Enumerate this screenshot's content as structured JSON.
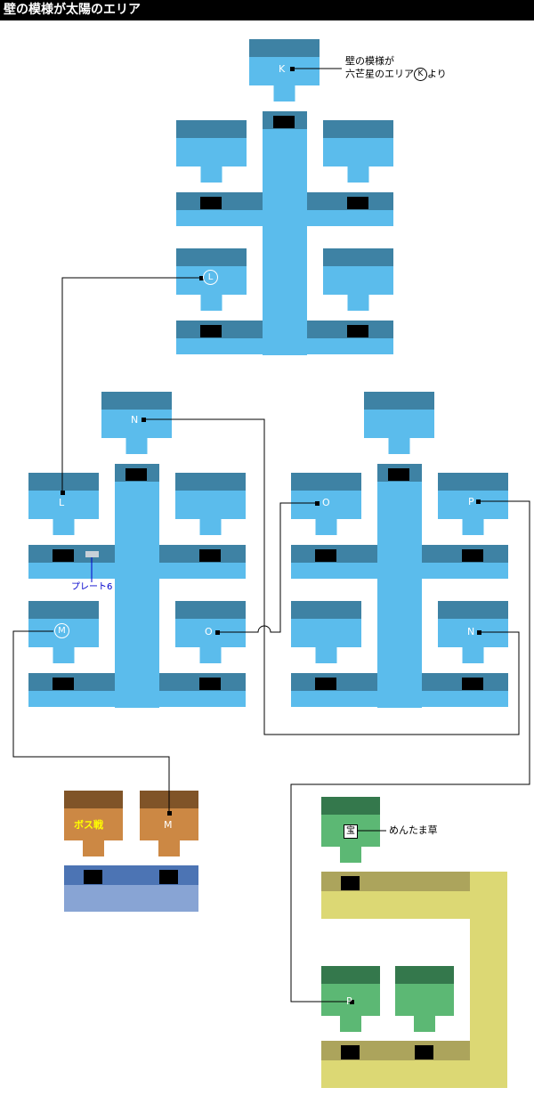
{
  "title": "壁の模様が太陽のエリア",
  "annotations": {
    "k_note_line1": "壁の模様が",
    "k_note_line2_prefix": "六芒星のエリア",
    "k_note_circle": "K",
    "k_note_line2_suffix": "より",
    "plate": "プレート6",
    "treasure_icon": "宝",
    "treasure_item": "めんたま草",
    "boss": "ボス戦"
  },
  "labels": {
    "K": "K",
    "L": "L",
    "L_circled": "L",
    "N": "N",
    "O": "O",
    "P": "P",
    "M": "M",
    "M_circled": "M"
  },
  "colors": {
    "ice_light": "#5bbcec",
    "ice_dark": "#3e82a4",
    "earth_light": "#cc8844",
    "earth_dark": "#805428",
    "stone_light": "#88a4d4",
    "stone_dark": "#4c74b4",
    "grass_light": "#5cb874",
    "grass_dark": "#34784c",
    "sand_light": "#dcd874",
    "sand_dark": "#aca45c",
    "door": "#000000",
    "plate": "#c8d0d8"
  }
}
